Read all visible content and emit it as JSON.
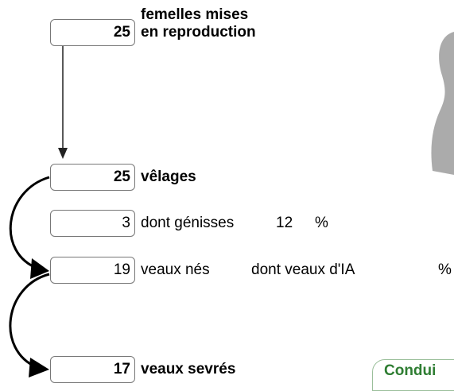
{
  "steps": [
    {
      "value": "25",
      "label": "femelles mises",
      "label2": "en reproduction"
    },
    {
      "value": "25",
      "label": "vêlages"
    },
    {
      "value": "3",
      "label": "dont génisses",
      "pct_value": "12",
      "pct_sign": "%"
    },
    {
      "value": "19",
      "label": "veaux nés",
      "label2": "dont veaux d'IA",
      "pct_sign": "%"
    },
    {
      "value": "17",
      "label": "veaux sevrés"
    }
  ],
  "badge": {
    "text": "Condui"
  }
}
